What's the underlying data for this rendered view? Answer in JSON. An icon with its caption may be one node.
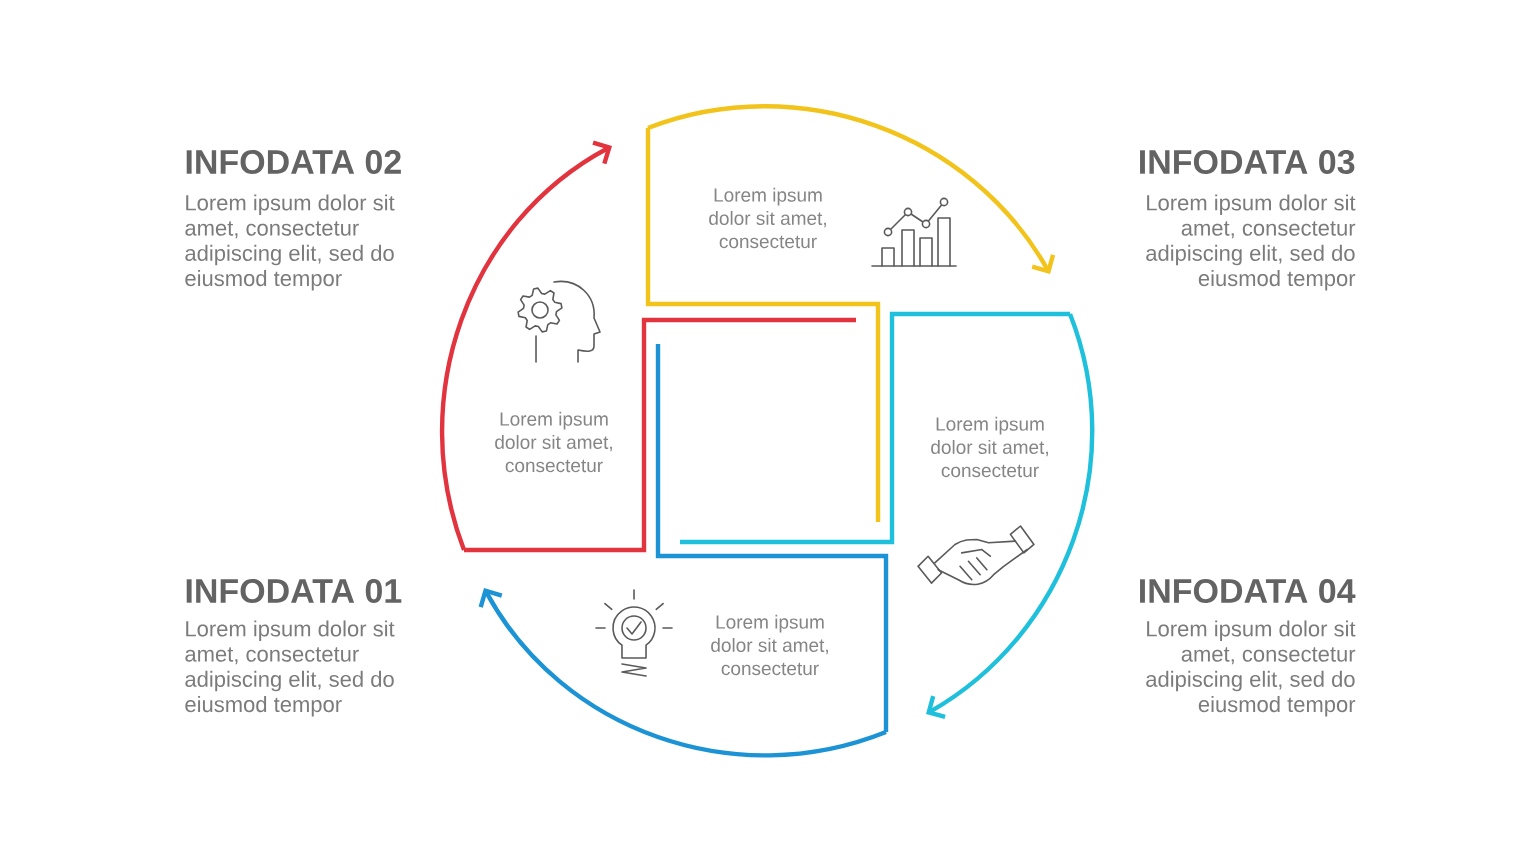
{
  "diagram": {
    "nodes": [
      {
        "text": [
          "Lorem ipsum dolor sit amet, consectetur"
        ]
      },
      {
        "text": [
          "Lorem ipsum dolor sit amet, consectetur"
        ]
      },
      {
        "text": [
          "Lorem ipsum dolor sit amet, consectetur"
        ]
      },
      {
        "text": [
          "Lorem ipsum dolor sit amet, consectetur"
        ]
      }
    ],
    "edges": [
      {
        "from": 1,
        "to": 0,
        "arrow": "to",
        "color": "#e2343f"
      },
      {
        "from": 0,
        "to": 2,
        "arrow": "to",
        "color": "#f2c31a"
      },
      {
        "from": 2,
        "to": 3,
        "arrow": "to",
        "color": "#1fc0dc"
      },
      {
        "from": 3,
        "to": 1,
        "arrow": "to",
        "color": "#1b93d5"
      }
    ],
    "labels": [
      "INFODATA 02",
      "Lorem ipsum dolor sit amet, consectetur adipiscing elit, sed do eiusmod tempor",
      "INFODATA 03",
      "Lorem ipsum dolor sit amet, consectetur adipiscing elit, sed do eiusmod tempor",
      "INFODATA 01",
      "Lorem ipsum dolor sit amet, consectetur adipiscing elit, sed do eiusmod tempor",
      "INFODATA 04",
      "Lorem ipsum dolor sit amet, consectetur adipiscing elit, sed do eiusmod tempor"
    ]
  }
}
